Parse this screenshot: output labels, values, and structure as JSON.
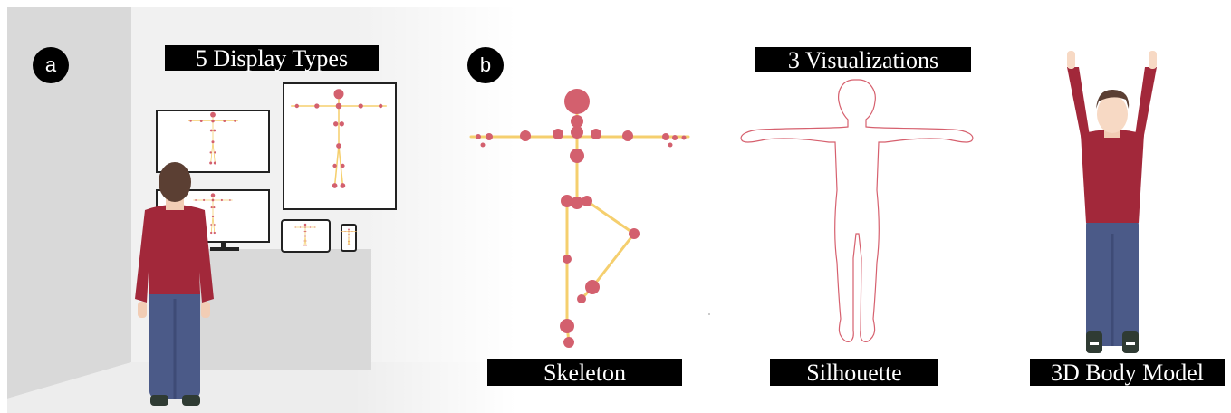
{
  "panels": {
    "a": {
      "badge": "a",
      "title": "5 Display Types"
    },
    "b": {
      "badge": "b",
      "title": "3 Visualizations"
    }
  },
  "visualizations": {
    "skeleton": "Skeleton",
    "silhouette": "Silhouette",
    "body_model": "3D Body Model"
  },
  "colors": {
    "joint": "#d3606e",
    "bone": "#f5cf6e",
    "silhouette_stroke": "#d6606e",
    "shirt": "#a2283a",
    "jeans": "#4b5a88",
    "skin": "#f7d9c4",
    "hair": "#5b3f33",
    "wall": "#d8d8d8",
    "floor": "#eeeeee",
    "desk": "#d9d9d9"
  }
}
